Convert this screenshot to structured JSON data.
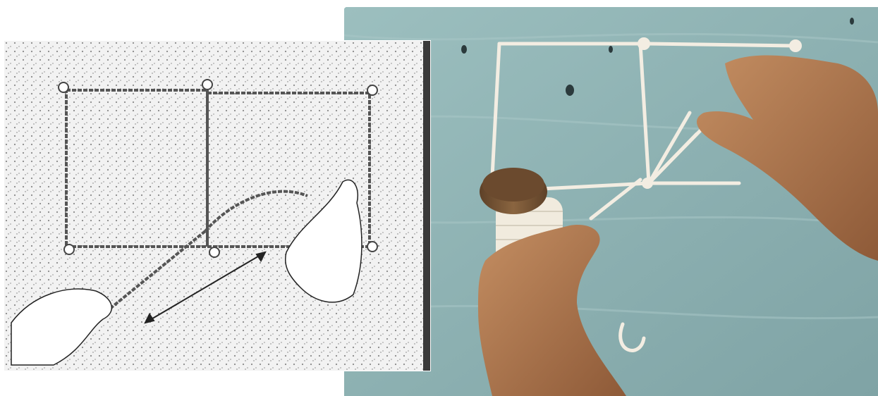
{
  "figure": {
    "panels": [
      {
        "kind": "illustration",
        "subject": "rope-frame-on-pegs-sketch"
      },
      {
        "kind": "photograph",
        "subject": "hands-tying-rope-on-pegs"
      }
    ],
    "colors": {
      "board": "#8fb3b3",
      "rope": "#f3ede2",
      "skin": "#b07a52",
      "spool": "#7a5a3a"
    }
  }
}
